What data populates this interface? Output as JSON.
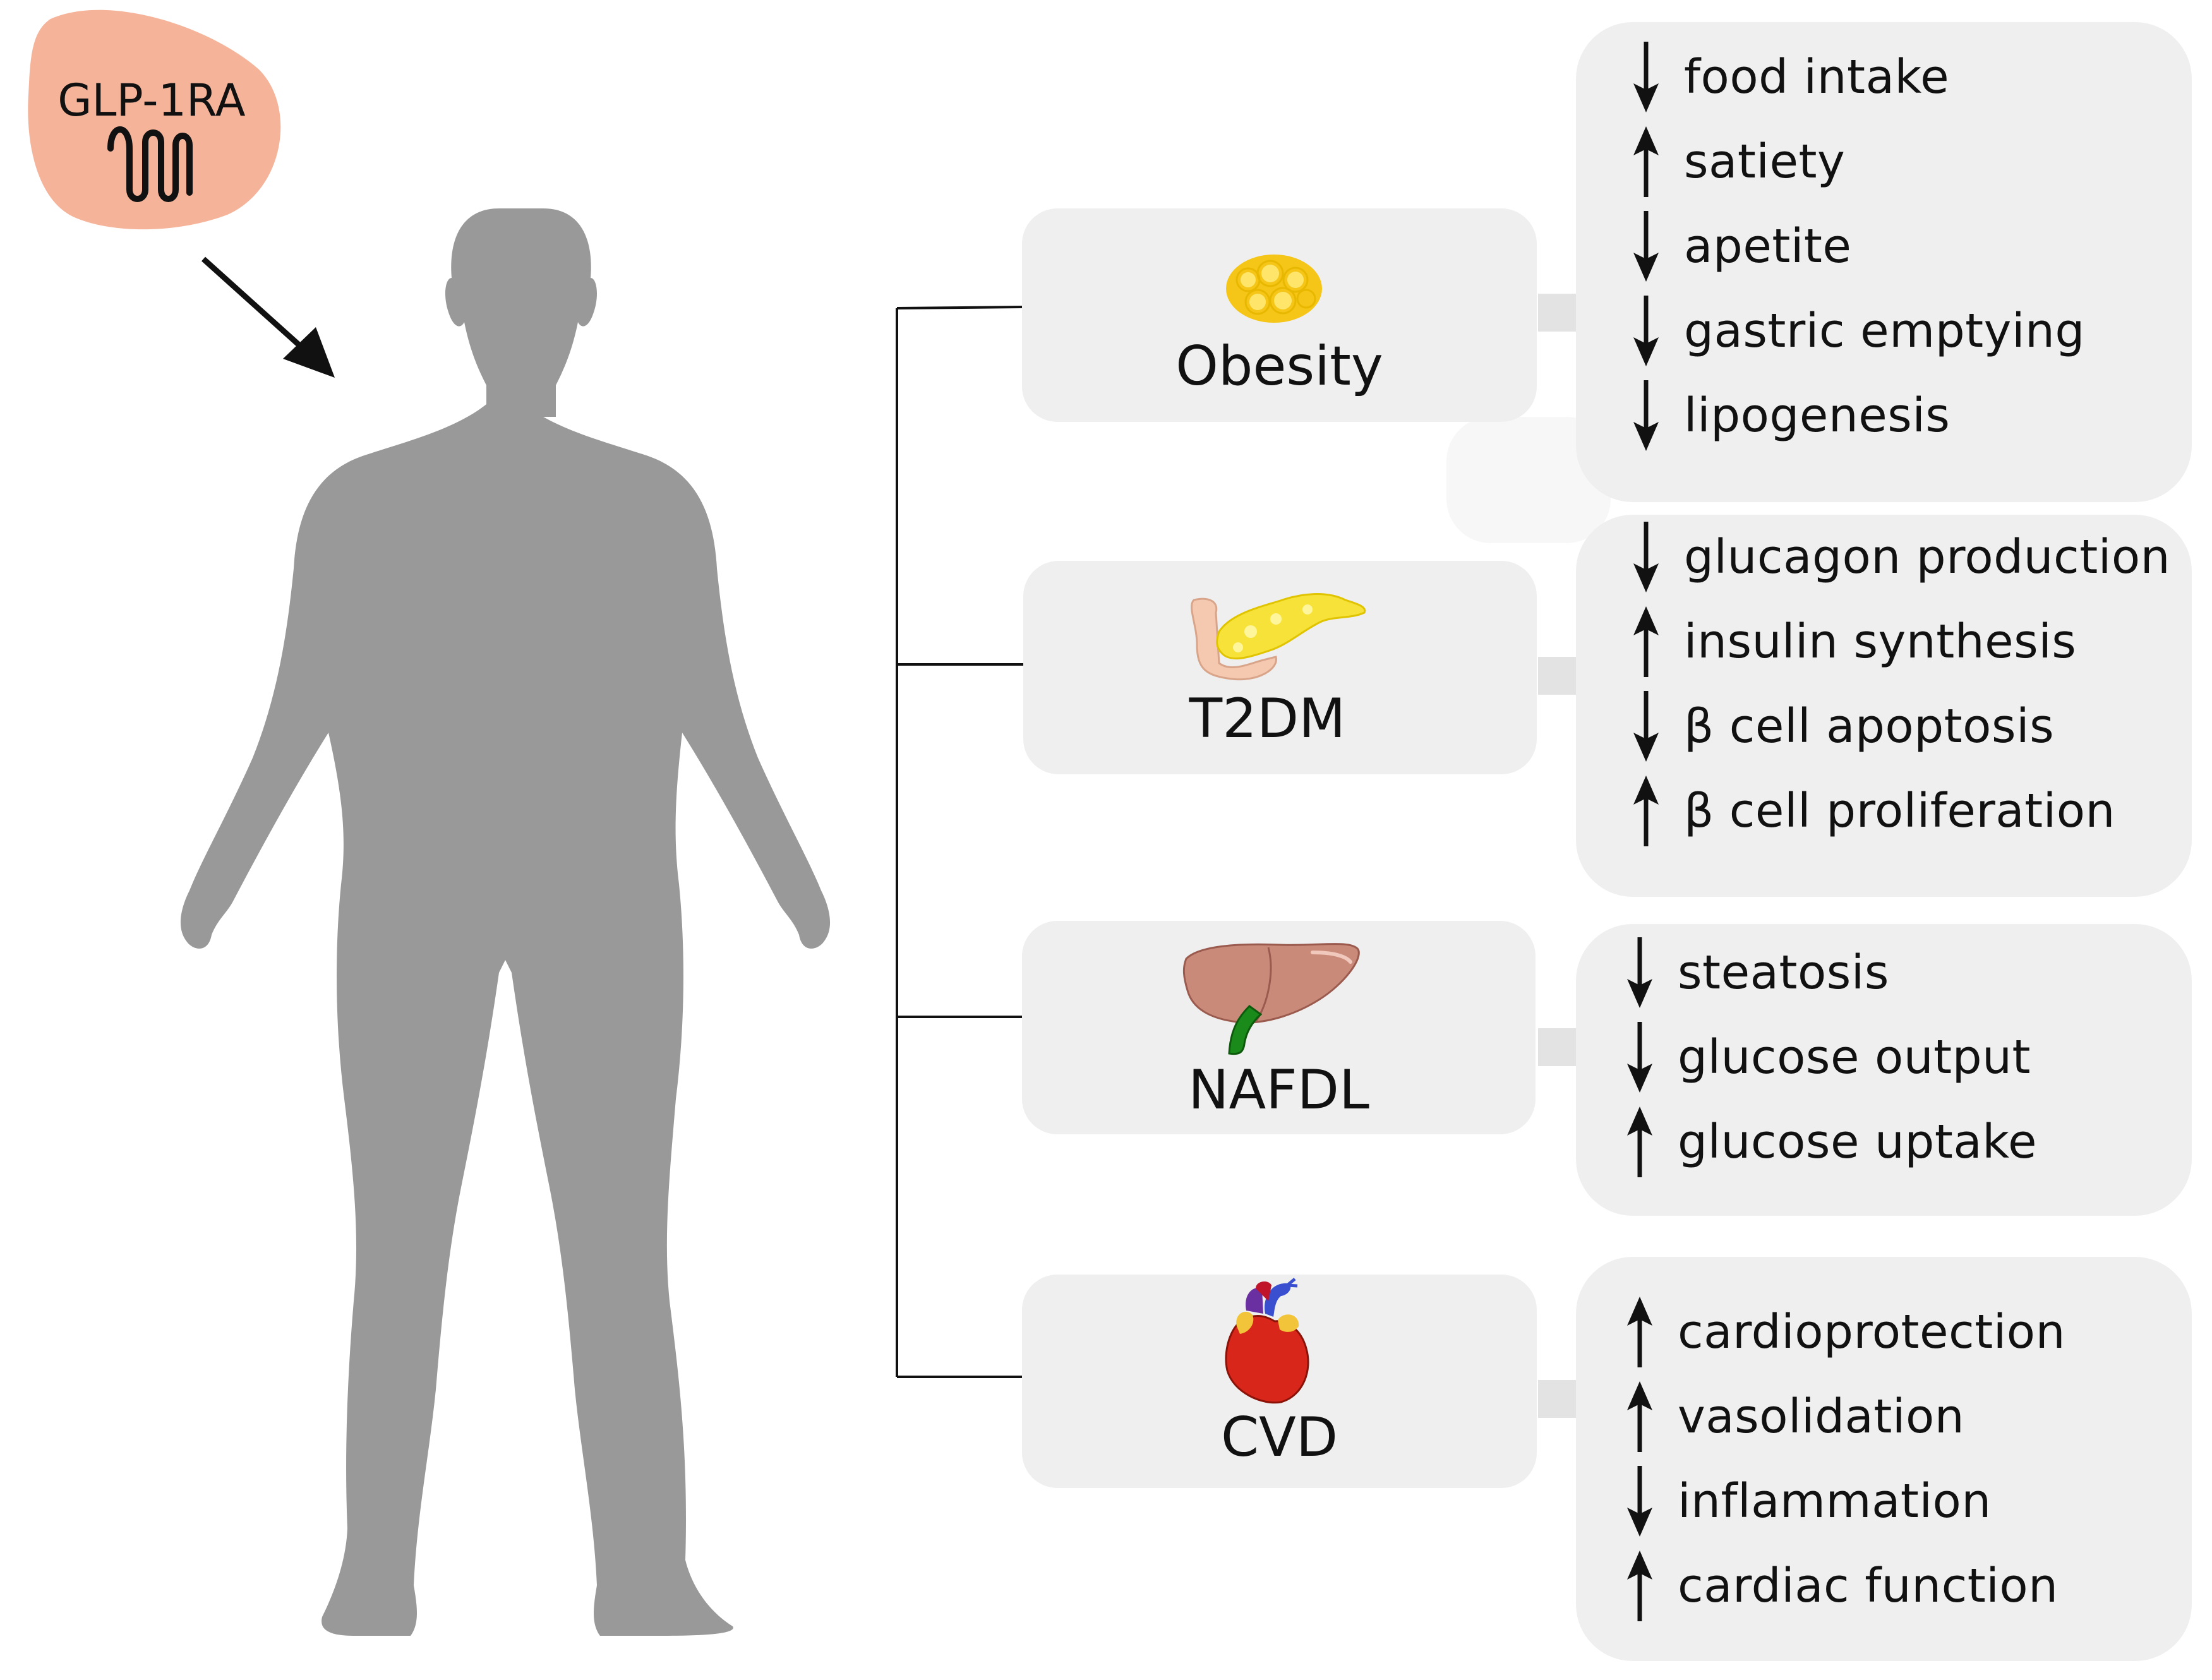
{
  "agent": {
    "label": "GLP-1RA",
    "badge_color": "#f5b49a"
  },
  "silhouette_color": "#999999",
  "card_color": "#efefef",
  "diseases": [
    {
      "key": "obesity",
      "label": "Obesity",
      "icon": "adipose-tissue-icon",
      "effects": [
        {
          "direction": "down",
          "text": "food intake"
        },
        {
          "direction": "up",
          "text": "satiety"
        },
        {
          "direction": "down",
          "text": "apetite"
        },
        {
          "direction": "down",
          "text": "gastric emptying"
        },
        {
          "direction": "down",
          "text": "lipogenesis"
        }
      ]
    },
    {
      "key": "t2dm",
      "label": "T2DM",
      "icon": "pancreas-icon",
      "effects": [
        {
          "direction": "down",
          "text": "glucagon production"
        },
        {
          "direction": "up",
          "text": "insulin synthesis"
        },
        {
          "direction": "down",
          "text": "β cell apoptosis"
        },
        {
          "direction": "up",
          "text": "β cell proliferation"
        }
      ]
    },
    {
      "key": "nafdl",
      "label": "NAFDL",
      "icon": "liver-icon",
      "effects": [
        {
          "direction": "down",
          "text": "steatosis"
        },
        {
          "direction": "down",
          "text": "glucose output"
        },
        {
          "direction": "up",
          "text": "glucose uptake"
        }
      ]
    },
    {
      "key": "cvd",
      "label": "CVD",
      "icon": "heart-icon",
      "effects": [
        {
          "direction": "up",
          "text": "cardioprotection"
        },
        {
          "direction": "up",
          "text": "vasolidation"
        },
        {
          "direction": "down",
          "text": "inflammation"
        },
        {
          "direction": "up",
          "text": "cardiac function"
        }
      ]
    }
  ]
}
